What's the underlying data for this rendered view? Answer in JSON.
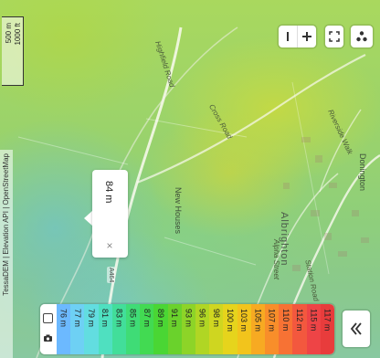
{
  "map": {
    "road_labels": {
      "highfield_road": "Highfield Road",
      "cross_road": "Cross Road",
      "riverside_walk": "Riverside Walk",
      "new_houses": "New Houses",
      "alpha_street": "Alpha Street",
      "station_road": "Station Road",
      "a464": "A464"
    },
    "place_labels": {
      "albrighton": "Albrighton",
      "donington": "Donington"
    }
  },
  "scale": {
    "metric": "500 m",
    "imperial": "1000 ft"
  },
  "attribution": "TessaDEM | Elevation API | OpenStreetMap",
  "popup": {
    "elevation": "84 m",
    "close_symbol": "×"
  },
  "controls": {
    "zoom_out_icon": "minus-icon",
    "zoom_in_icon": "plus-icon",
    "fullscreen_icon": "fullscreen-icon",
    "layers_icon": "layers-icon",
    "collapse_icon": "collapse-chevrons-icon"
  },
  "legend": {
    "bands": [
      {
        "label": "76 m",
        "color": "#6cb9ff"
      },
      {
        "label": "77 m",
        "color": "#6ed0f4"
      },
      {
        "label": "79 m",
        "color": "#62dde0"
      },
      {
        "label": "81 m",
        "color": "#4fe0c0"
      },
      {
        "label": "83 m",
        "color": "#42de9a"
      },
      {
        "label": "85 m",
        "color": "#3fdc76"
      },
      {
        "label": "87 m",
        "color": "#42da52"
      },
      {
        "label": "89 m",
        "color": "#4ad634"
      },
      {
        "label": "91 m",
        "color": "#6ad22c"
      },
      {
        "label": "93 m",
        "color": "#8dd428"
      },
      {
        "label": "96 m",
        "color": "#b0d624"
      },
      {
        "label": "98 m",
        "color": "#cfd620"
      },
      {
        "label": "100 m",
        "color": "#e6d41c"
      },
      {
        "label": "103 m",
        "color": "#f2c41c"
      },
      {
        "label": "105 m",
        "color": "#f7aa22"
      },
      {
        "label": "107 m",
        "color": "#f88e2a"
      },
      {
        "label": "110 m",
        "color": "#f77234"
      },
      {
        "label": "112 m",
        "color": "#f3583e"
      },
      {
        "label": "115 m",
        "color": "#ee4446"
      },
      {
        "label": "117 m",
        "color": "#e83c3c"
      }
    ]
  }
}
